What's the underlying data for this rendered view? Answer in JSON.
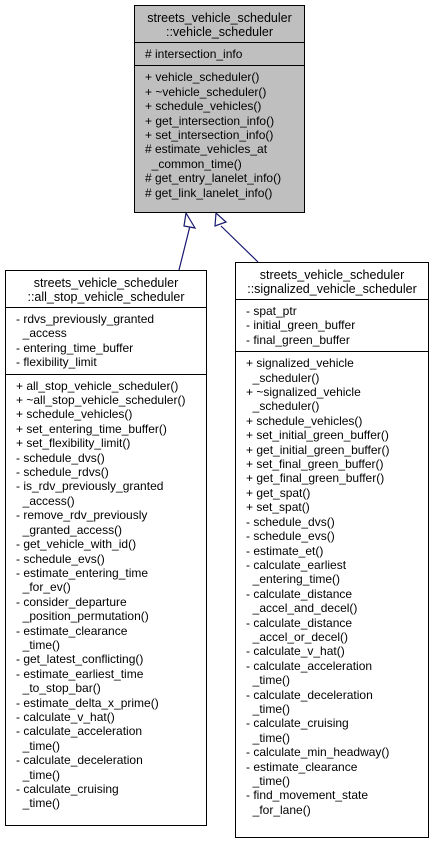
{
  "base_class": {
    "title": [
      "streets_vehicle_scheduler",
      "::vehicle_scheduler"
    ],
    "attributes": [
      "# intersection_info"
    ],
    "methods": [
      "+ vehicle_scheduler()",
      "+ ~vehicle_scheduler()",
      "+ schedule_vehicles()",
      "+ get_intersection_info()",
      "+ set_intersection_info()",
      "# estimate_vehicles_at",
      "  _common_time()",
      "# get_entry_lanelet_info()",
      "# get_link_lanelet_info()"
    ]
  },
  "all_stop_class": {
    "title": [
      "streets_vehicle_scheduler",
      "::all_stop_vehicle_scheduler"
    ],
    "attributes": [
      "- rdvs_previously_granted",
      "  _access",
      "- entering_time_buffer",
      "- flexibility_limit"
    ],
    "methods": [
      "+ all_stop_vehicle_scheduler()",
      "+ ~all_stop_vehicle_scheduler()",
      "+ schedule_vehicles()",
      "+ set_entering_time_buffer()",
      "+ set_flexibility_limit()",
      "- schedule_dvs()",
      "- schedule_rdvs()",
      "- is_rdv_previously_granted",
      "  _access()",
      "- remove_rdv_previously",
      "  _granted_access()",
      "- get_vehicle_with_id()",
      "- schedule_evs()",
      "- estimate_entering_time",
      "  _for_ev()",
      "- consider_departure",
      "  _position_permutation()",
      "- estimate_clearance",
      "  _time()",
      "- get_latest_conflicting()",
      "- estimate_earliest_time",
      "  _to_stop_bar()",
      "- estimate_delta_x_prime()",
      "- calculate_v_hat()",
      "- calculate_acceleration",
      "  _time()",
      "- calculate_deceleration",
      "  _time()",
      "- calculate_cruising",
      "  _time()"
    ]
  },
  "signalized_class": {
    "title": [
      "streets_vehicle_scheduler",
      "::signalized_vehicle_scheduler"
    ],
    "attributes": [
      "- spat_ptr",
      "- initial_green_buffer",
      "- final_green_buffer"
    ],
    "methods": [
      "+ signalized_vehicle",
      "  _scheduler()",
      "+ ~signalized_vehicle",
      "  _scheduler()",
      "+ schedule_vehicles()",
      "+ set_initial_green_buffer()",
      "+ get_initial_green_buffer()",
      "+ set_final_green_buffer()",
      "+ get_final_green_buffer()",
      "+ get_spat()",
      "+ set_spat()",
      "- schedule_dvs()",
      "- schedule_evs()",
      "- estimate_et()",
      "- calculate_earliest",
      "  _entering_time()",
      "- calculate_distance",
      "  _accel_and_decel()",
      "- calculate_distance",
      "  _accel_or_decel()",
      "- calculate_v_hat()",
      "- calculate_acceleration",
      "  _time()",
      "- calculate_deceleration",
      "  _time()",
      "- calculate_cruising",
      "  _time()",
      "- calculate_min_headway()",
      "- estimate_clearance",
      "  _time()",
      "- find_movement_state",
      "  _for_lane()"
    ]
  },
  "colors": {
    "base_fill": "#bfbfbf",
    "edge": "#191970"
  }
}
